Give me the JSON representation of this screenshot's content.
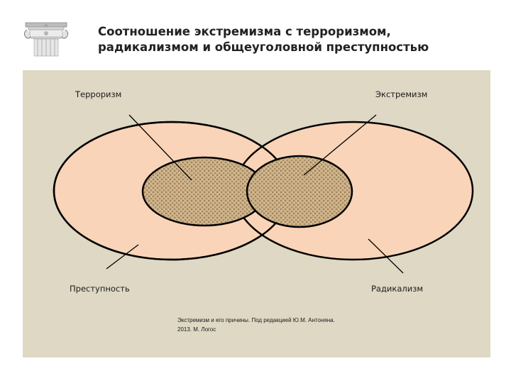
{
  "slide": {
    "title": "Соотношение экстремизма с терроризмом, радикализмом и общеуголовной преступностью",
    "logo_icon": "ionic-column-capital-icon"
  },
  "diagram": {
    "labels": {
      "terrorism": "Терроризм",
      "extremism": "Экстремизм",
      "crime": "Преступность",
      "radicalism": "Радикализм"
    },
    "source_text": "Экстремизм и его причины. Под редакцией Ю.М. Антоняна. 2013. М. Логос",
    "colors": {
      "panel_background": "#ded8c4",
      "large_ellipse_fill": "#f9d4b8",
      "textured_ellipse_fill": "#c9ae86",
      "outline": "#000000"
    }
  }
}
